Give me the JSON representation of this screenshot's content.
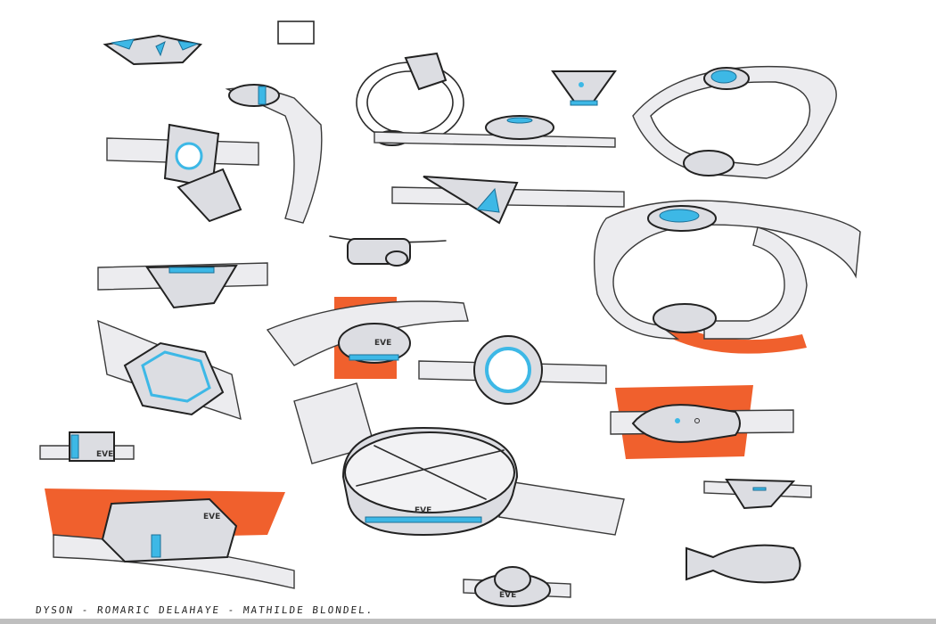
{
  "colors": {
    "accent_blue": "#3db8e6",
    "marker_orange": "#f0602d",
    "ink": "#2b2b2b"
  },
  "labels": {
    "eve_1": "EVE",
    "eve_2": "EVE",
    "eve_3": "EVE",
    "eve_4": "EVE",
    "eve_5": "EVE"
  },
  "caption": "DYSON - ROMARIC DELAHAYE - MATHILDE BLONDEL."
}
